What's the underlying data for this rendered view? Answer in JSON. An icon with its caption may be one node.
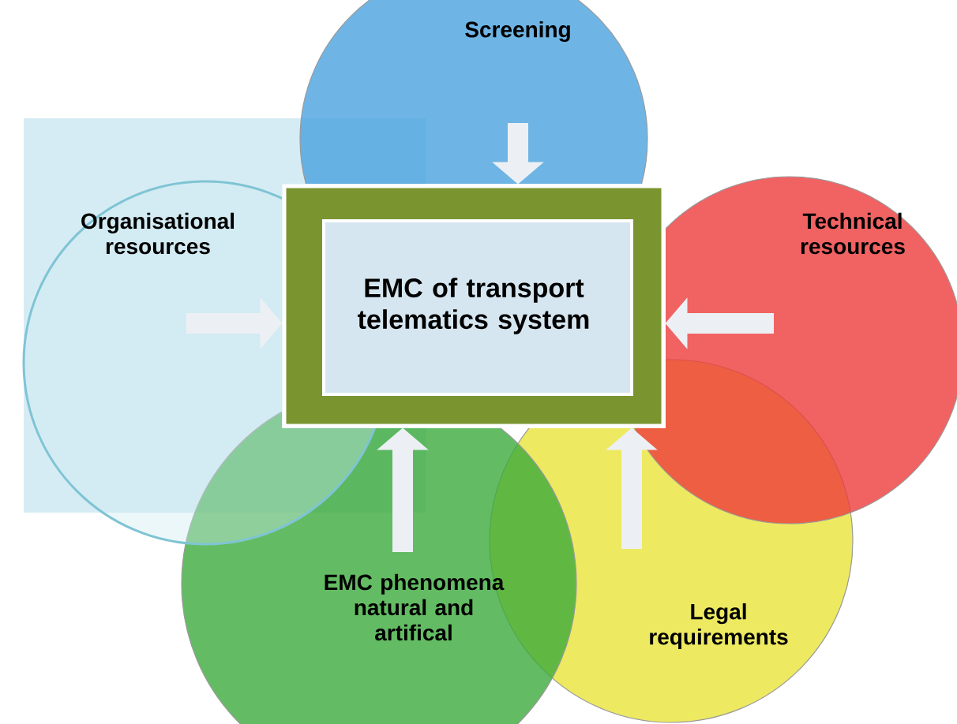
{
  "diagram": {
    "nodes": [
      {
        "text": [
          "EMC of transport telematics system"
        ]
      },
      {
        "text": [
          "Screening"
        ]
      },
      {
        "text": [
          "Technical resources"
        ]
      },
      {
        "text": [
          "Legal requirements"
        ]
      },
      {
        "text": [
          "EMC phenomena natural and artifical"
        ]
      },
      {
        "text": [
          "Organisational resources"
        ]
      }
    ],
    "edges": [
      {
        "from": 1,
        "to": 0,
        "arrow": "to"
      },
      {
        "from": 2,
        "to": 0,
        "arrow": "to"
      },
      {
        "from": 3,
        "to": 0,
        "arrow": "to"
      },
      {
        "from": 4,
        "to": 0,
        "arrow": "to"
      },
      {
        "from": 5,
        "to": 0,
        "arrow": "to"
      }
    ]
  }
}
